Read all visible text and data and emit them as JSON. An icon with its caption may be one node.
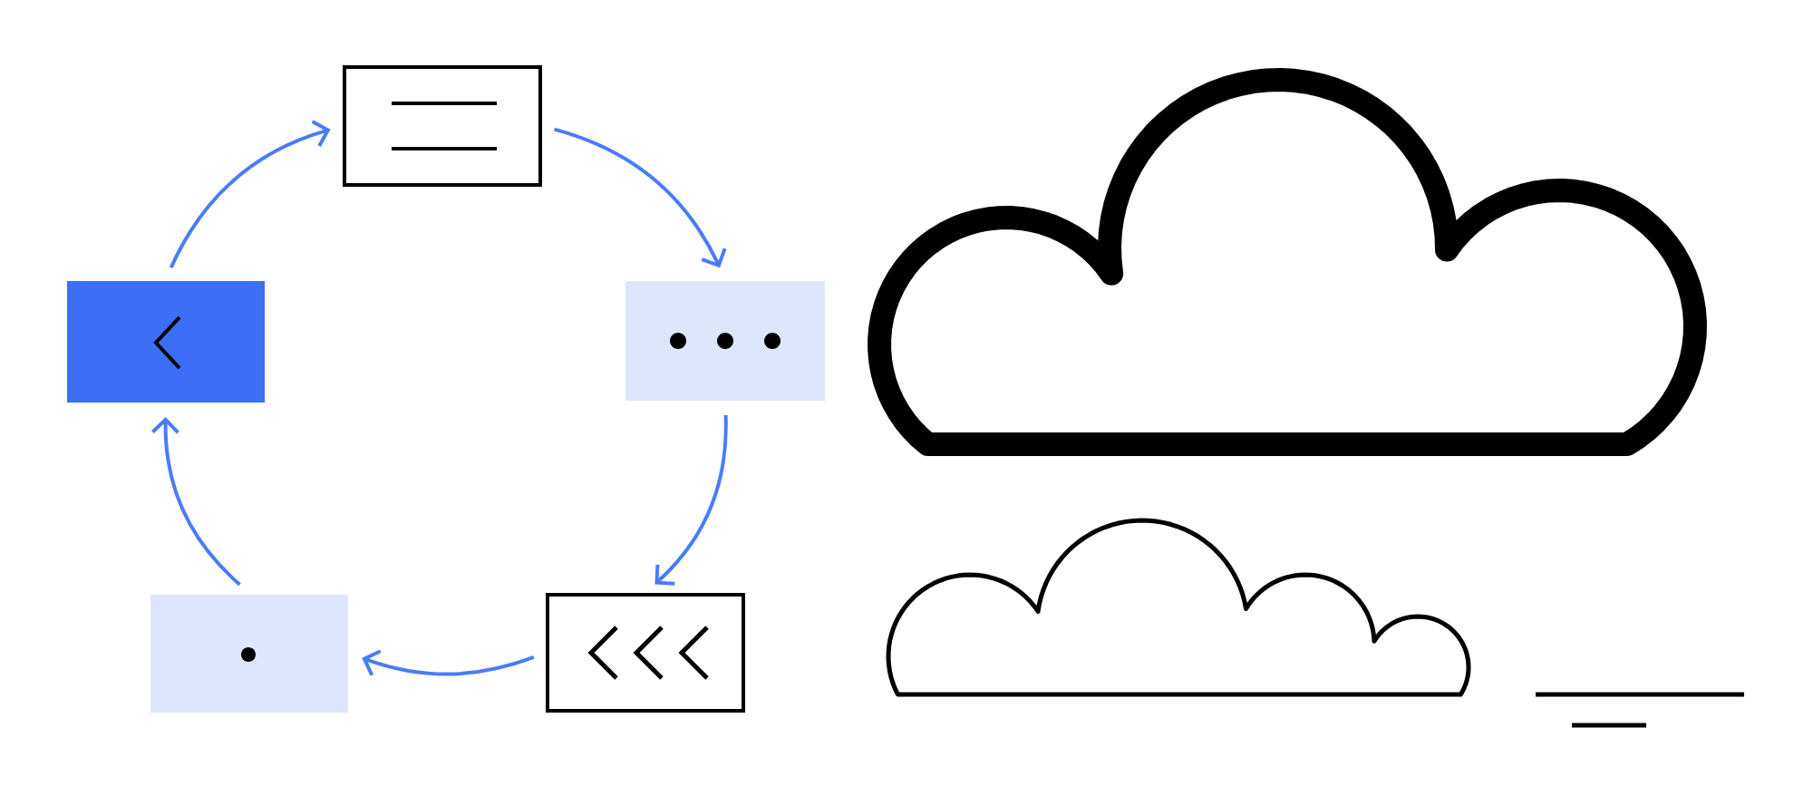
{
  "diagram": {
    "nodes": [
      {
        "text": [],
        "shape": "box"
      },
      {
        "text": [],
        "shape": "box"
      },
      {
        "text": [],
        "shape": "box"
      },
      {
        "text": [],
        "shape": "box"
      },
      {
        "text": [],
        "shape": "box"
      }
    ],
    "edges": [
      {
        "from": 4,
        "to": 0,
        "arrow": "to"
      },
      {
        "from": 0,
        "to": 1,
        "arrow": "to"
      },
      {
        "from": 1,
        "to": 2,
        "arrow": "to"
      },
      {
        "from": 2,
        "to": 3,
        "arrow": "to"
      },
      {
        "from": 3,
        "to": 4,
        "arrow": "to"
      }
    ]
  }
}
